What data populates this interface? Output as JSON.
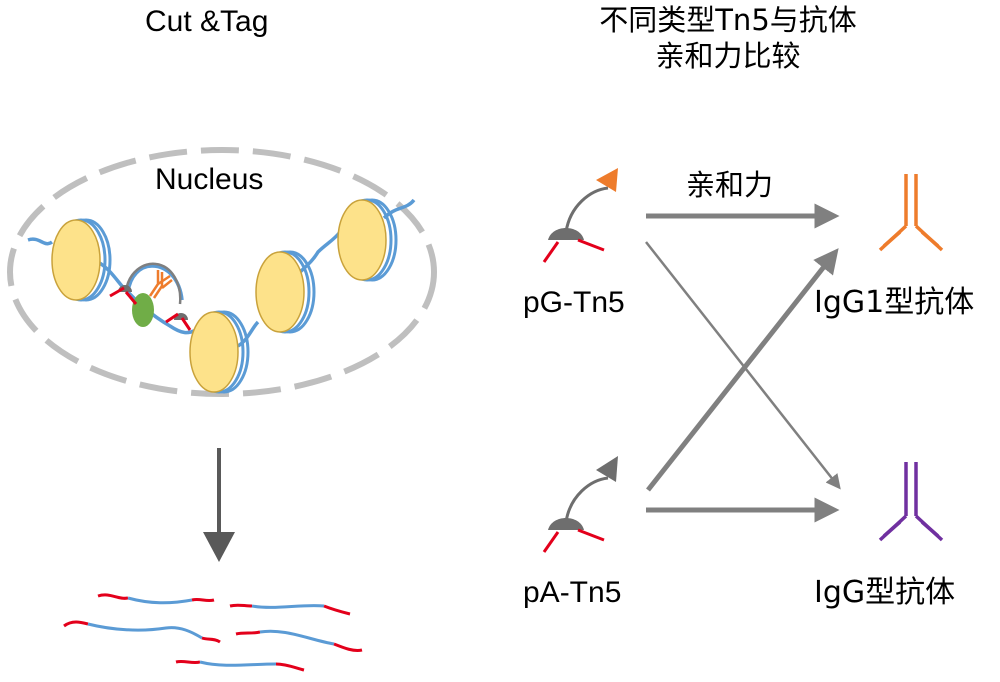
{
  "left_panel": {
    "title": "Cut &Tag",
    "nucleus_label": "Nucleus"
  },
  "right_panel": {
    "title_line1": "不同类型Tn5与抗体",
    "title_line2": "亲和力比较",
    "affinity_label": "亲和力",
    "enzymes": [
      {
        "label": "pG-Tn5",
        "tag_color": "#ee7c2c"
      },
      {
        "label": "pA-Tn5",
        "tag_color": "#6e6e6e"
      }
    ],
    "antibodies": [
      {
        "label": "IgG1型抗体",
        "color": "#ee7c2c"
      },
      {
        "label": "IgG型抗体",
        "color": "#7030a0"
      }
    ]
  },
  "colors": {
    "dna": "#5b9bd5",
    "adapter": "#e3001b",
    "nucleosome": "#fde28a",
    "nucleosome_edge": "#c9a23b",
    "arrow": "#808080",
    "nucleus_border": "#bfbfbf",
    "target_protein": "#70ad47"
  }
}
